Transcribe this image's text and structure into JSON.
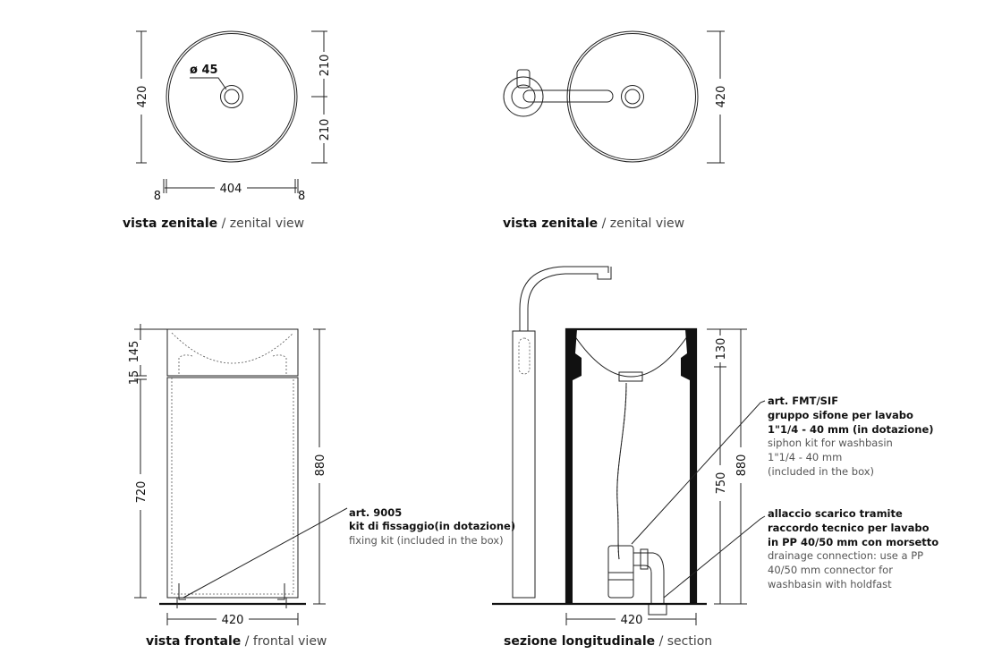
{
  "views": {
    "top_left": {
      "caption_it": "vista zenitale",
      "caption_sep": " / ",
      "caption_en": "zenital view",
      "dims": {
        "height": "420",
        "upper": "210",
        "lower": "210",
        "width": "404",
        "rim_left": "8",
        "rim_right": "8",
        "drain": "ø 45"
      }
    },
    "top_right": {
      "caption_it": "vista zenitale",
      "caption_sep": " / ",
      "caption_en": "zenital view",
      "dims": {
        "height": "420"
      }
    },
    "front": {
      "caption_it": "vista frontale",
      "caption_sep": " / ",
      "caption_en": "frontal view",
      "dims": {
        "basin": "145",
        "gap": "15",
        "column": "720",
        "total": "880",
        "width": "420"
      },
      "note": {
        "line1": "art. 9005",
        "line2": "kit di fissaggio(in dotazione)",
        "line3": "fixing kit (included in the box)"
      }
    },
    "section": {
      "caption_it": "sezione longitudinale",
      "caption_sep": " / ",
      "caption_en": "section",
      "dims": {
        "top": "130",
        "inner": "750",
        "total": "880",
        "width": "420"
      },
      "note1": {
        "line1": "art. FMT/SIF",
        "line2": "gruppo sifone per lavabo",
        "line3": "1\"1/4 - 40 mm (in dotazione)",
        "line4": "siphon kit for washbasin",
        "line5": "1\"1/4 - 40 mm",
        "line6": "(included in the box)"
      },
      "note2": {
        "line1": "allaccio scarico tramite",
        "line2": "raccordo tecnico per lavabo",
        "line3": "in PP 40/50 mm con morsetto",
        "line4": "drainage connection: use a PP",
        "line5": "40/50 mm connector for",
        "line6": "washbasin with holdfast"
      }
    }
  }
}
